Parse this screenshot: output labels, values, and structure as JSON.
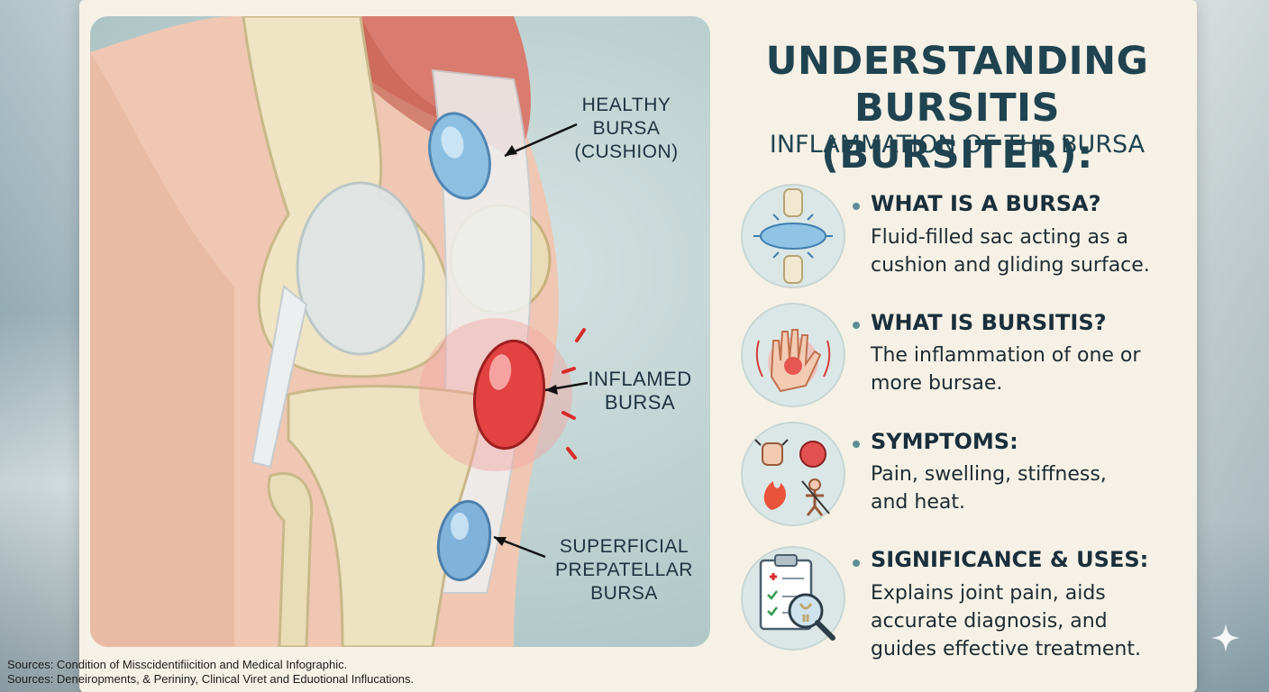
{
  "title": {
    "line1": "UNDERSTANDING",
    "line2": "BURSITIS (BURSITER):",
    "subtitle": "INFLAMMATION OF THE BURSA"
  },
  "labels": {
    "healthy": [
      "HEALTHY",
      "BURSA",
      "(CUSHION)"
    ],
    "inflamed": [
      "INFLAMED",
      "BURSA"
    ],
    "superficial": [
      "SUPERFICIAL",
      "PREPATELLAR",
      "BURSA"
    ]
  },
  "sections": [
    {
      "heading": "WHAT IS A BURSA?",
      "body": "Fluid-filled sac acting as a cushion and gliding surface.",
      "icon": "bursa-icon"
    },
    {
      "heading": "WHAT IS BURSITIS?",
      "body": "The inflammation of one or more bursae.",
      "icon": "inflamed-hand-icon"
    },
    {
      "heading": "SYMPTOMS:",
      "body": "Pain, swelling, stiffness, and heat.",
      "icon": "symptoms-icon"
    },
    {
      "heading": "SIGNIFICANCE & USES:",
      "body": "Explains joint pain, aids accurate diagnosis, and guides effective treatment.",
      "icon": "clipboard-diagnosis-icon"
    }
  ],
  "sources": [
    "Sources: Condition of Misscidentifiicition and Medical Infographic.",
    "Sources: Deneiropments, & Perininy, Clinical Viret and Eduotional Influcations."
  ],
  "colors": {
    "title": "#1f4350",
    "inflamed": "#e0393b",
    "healthy_bursa": "#7fb6dc",
    "card": "#f6f1e6"
  }
}
